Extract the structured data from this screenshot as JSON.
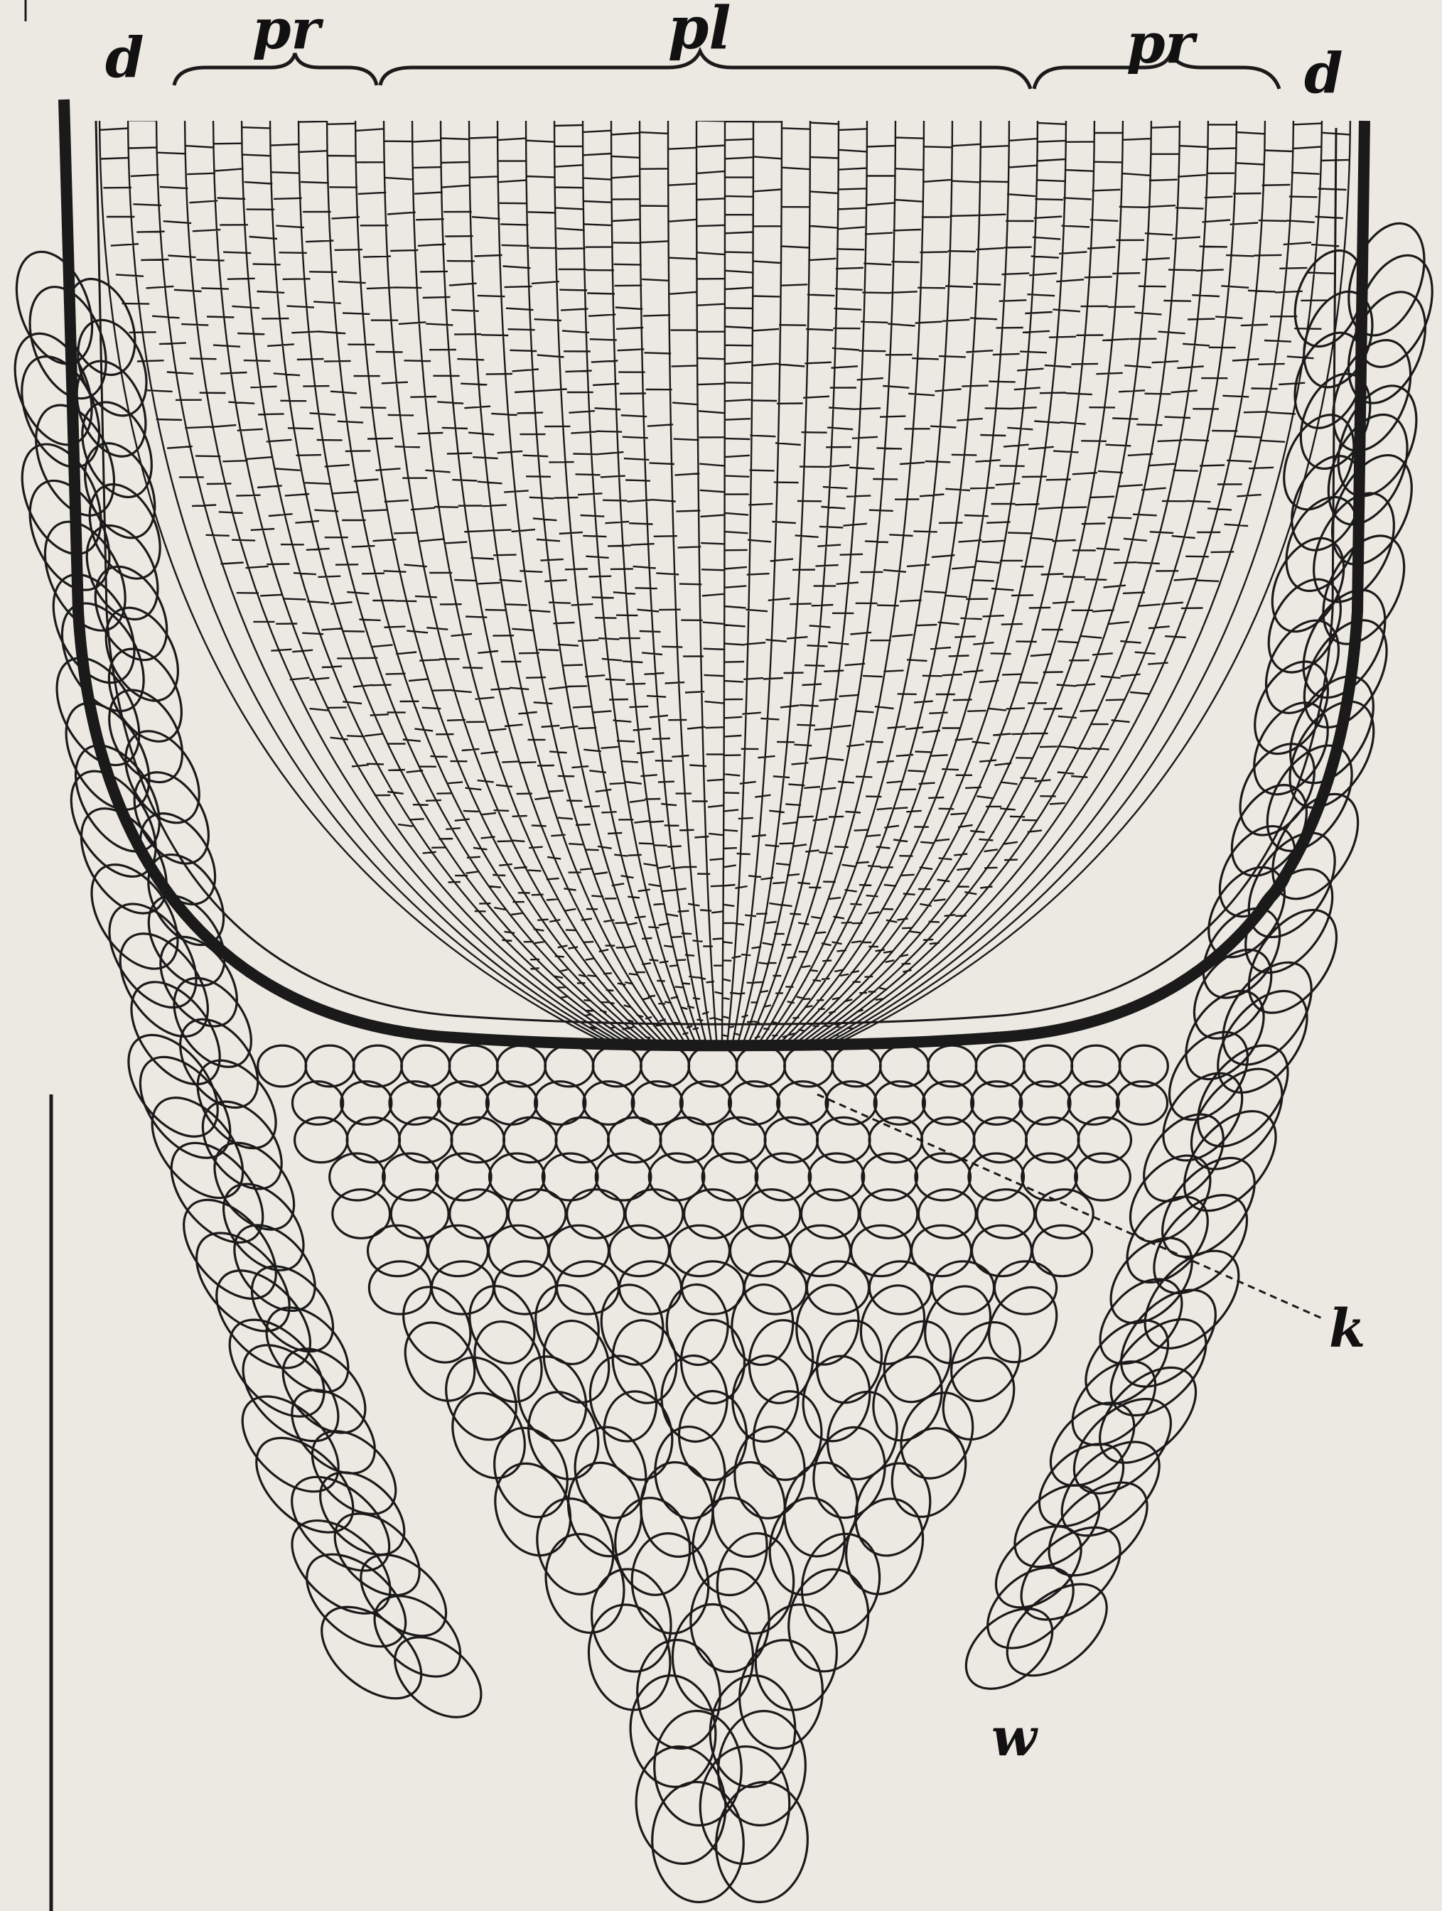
{
  "labels": {
    "d_left": "d",
    "pr_left": "pr",
    "pl": "pl",
    "pr_right": "pr",
    "d_right": "d",
    "k": "k",
    "w": "w"
  },
  "colors": {
    "paper": "#ece9e2",
    "ink": "#1a1a1a"
  }
}
